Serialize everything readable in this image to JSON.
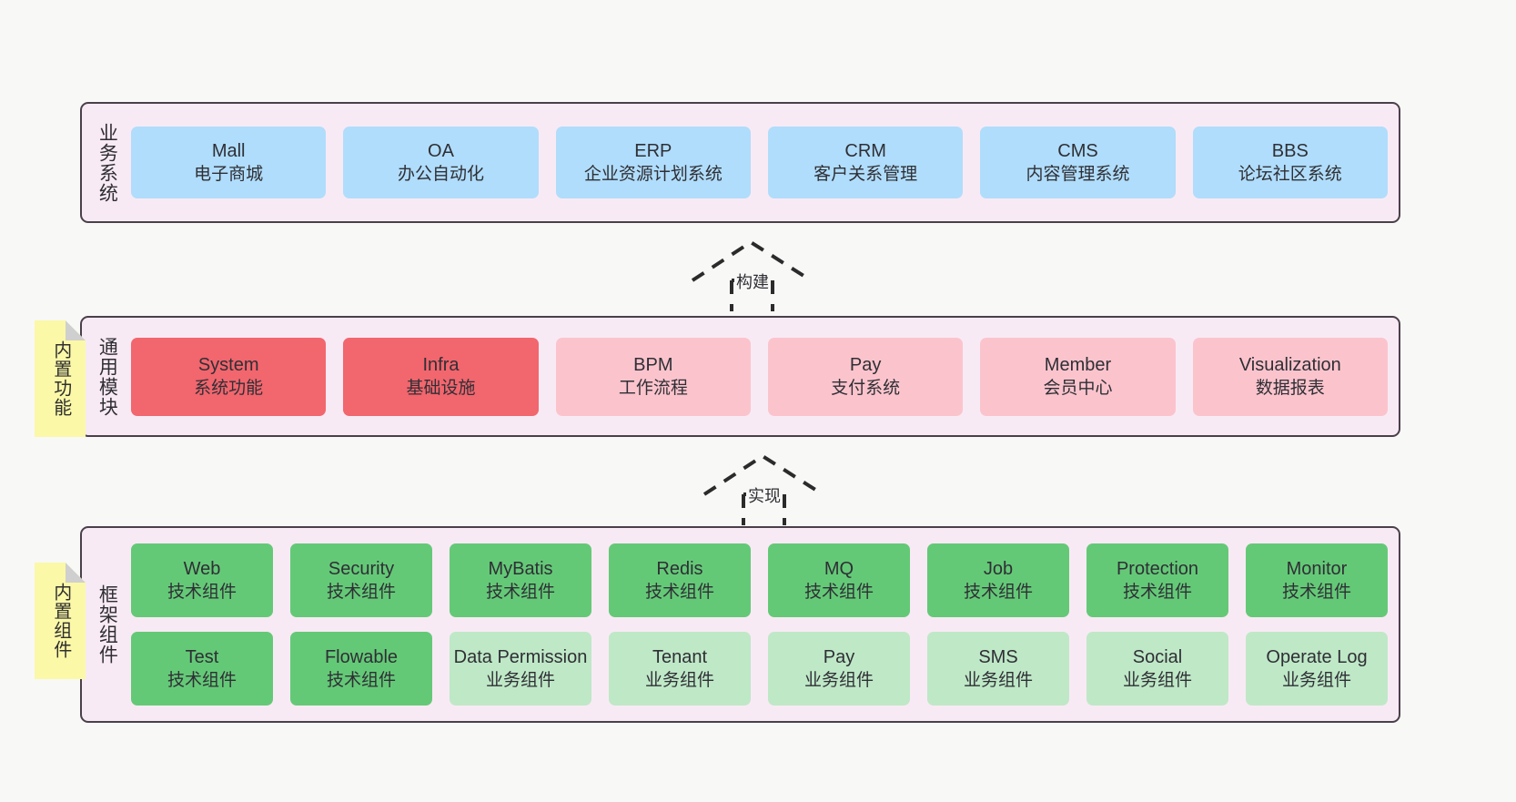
{
  "page": {
    "background": "#f8f8f7",
    "title": "系统架构图"
  },
  "colors": {
    "panel_bg": "#f8eaf4",
    "panel_border": "#4a404a",
    "blue": "#b0ddfb",
    "red": "#f2666e",
    "pink": "#fbc4cd",
    "green": "#64c977",
    "green_light": "#bfe8c7",
    "note_yellow": "#fbf8a8",
    "note_fold": "#cfcfcf",
    "text": "#2f2f35"
  },
  "notes": [
    {
      "label": "内置功能"
    },
    {
      "label": "内置组件"
    }
  ],
  "connectors": [
    {
      "label": "构建",
      "style": "dashed-generalization"
    },
    {
      "label": "实现",
      "style": "dashed-generalization"
    }
  ],
  "layers": [
    {
      "id": "business-systems",
      "title": "业务系统",
      "rows": [
        {
          "cards": [
            {
              "name": "Mall",
              "desc": "电子商城",
              "color": "blue"
            },
            {
              "name": "OA",
              "desc": "办公自动化",
              "color": "blue"
            },
            {
              "name": "ERP",
              "desc": "企业资源计划系统",
              "color": "blue"
            },
            {
              "name": "CRM",
              "desc": "客户关系管理",
              "color": "blue"
            },
            {
              "name": "CMS",
              "desc": "内容管理系统",
              "color": "blue"
            },
            {
              "name": "BBS",
              "desc": "论坛社区系统",
              "color": "blue"
            }
          ]
        }
      ]
    },
    {
      "id": "common-modules",
      "title": "通用模块",
      "rows": [
        {
          "cards": [
            {
              "name": "System",
              "desc": "系统功能",
              "color": "red"
            },
            {
              "name": "Infra",
              "desc": "基础设施",
              "color": "red"
            },
            {
              "name": "BPM",
              "desc": "工作流程",
              "color": "pink"
            },
            {
              "name": "Pay",
              "desc": "支付系统",
              "color": "pink"
            },
            {
              "name": "Member",
              "desc": "会员中心",
              "color": "pink"
            },
            {
              "name": "Visualization",
              "desc": "数据报表",
              "color": "pink"
            }
          ]
        }
      ]
    },
    {
      "id": "framework-components",
      "title": "框架组件",
      "rows": [
        {
          "cards": [
            {
              "name": "Web",
              "desc": "技术组件",
              "color": "green"
            },
            {
              "name": "Security",
              "desc": "技术组件",
              "color": "green"
            },
            {
              "name": "MyBatis",
              "desc": "技术组件",
              "color": "green"
            },
            {
              "name": "Redis",
              "desc": "技术组件",
              "color": "green"
            },
            {
              "name": "MQ",
              "desc": "技术组件",
              "color": "green"
            },
            {
              "name": "Job",
              "desc": "技术组件",
              "color": "green"
            },
            {
              "name": "Protection",
              "desc": "技术组件",
              "color": "green"
            },
            {
              "name": "Monitor",
              "desc": "技术组件",
              "color": "green"
            }
          ]
        },
        {
          "cards": [
            {
              "name": "Test",
              "desc": "技术组件",
              "color": "green"
            },
            {
              "name": "Flowable",
              "desc": "技术组件",
              "color": "green"
            },
            {
              "name": "Data Permission",
              "desc": "业务组件",
              "color": "green_light"
            },
            {
              "name": "Tenant",
              "desc": "业务组件",
              "color": "green_light"
            },
            {
              "name": "Pay",
              "desc": "业务组件",
              "color": "green_light"
            },
            {
              "name": "SMS",
              "desc": "业务组件",
              "color": "green_light"
            },
            {
              "name": "Social",
              "desc": "业务组件",
              "color": "green_light"
            },
            {
              "name": "Operate Log",
              "desc": "业务组件",
              "color": "green_light"
            }
          ]
        }
      ]
    }
  ]
}
